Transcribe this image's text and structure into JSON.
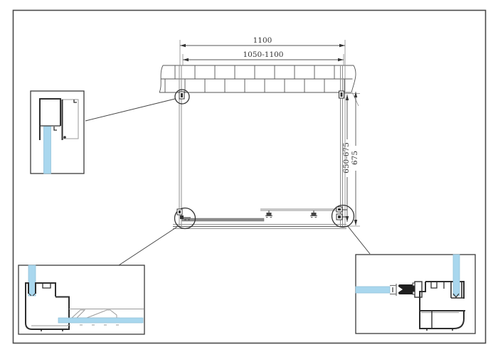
{
  "drawing": {
    "dimensions": {
      "top_total": "1100",
      "top_range": "1050-1100",
      "side_range": "650-675",
      "side_total": "675"
    },
    "colors": {
      "glass": "#a9d7ee",
      "outline": "#2e2e2e",
      "dim_text": "#333333"
    }
  }
}
